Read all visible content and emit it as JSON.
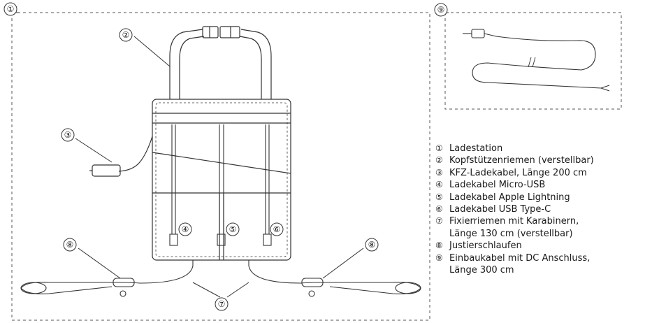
{
  "markers": {
    "m1": "①",
    "m2": "②",
    "m3": "③",
    "m4": "④",
    "m5": "⑤",
    "m6": "⑥",
    "m7": "⑦",
    "m8": "⑧",
    "m9": "⑨"
  },
  "legend": [
    {
      "marker": "①",
      "text": "Ladestation"
    },
    {
      "marker": "②",
      "text": "Kopfstützenriemen (verstellbar)"
    },
    {
      "marker": "③",
      "text": "KFZ-Ladekabel, Länge 200 cm"
    },
    {
      "marker": "④",
      "text": "Ladekabel Micro-USB"
    },
    {
      "marker": "⑤",
      "text": "Ladekabel Apple Lightning"
    },
    {
      "marker": "⑥",
      "text": "Ladekabel USB Type-C"
    },
    {
      "marker": "⑦",
      "text": "Fixierriemen mit Karabinern,\nLänge 130 cm (verstellbar)"
    },
    {
      "marker": "⑧",
      "text": "Justierschlaufen"
    },
    {
      "marker": "⑨",
      "text": "Einbaukabel mit DC Anschluss,\nLänge 300 cm"
    }
  ]
}
